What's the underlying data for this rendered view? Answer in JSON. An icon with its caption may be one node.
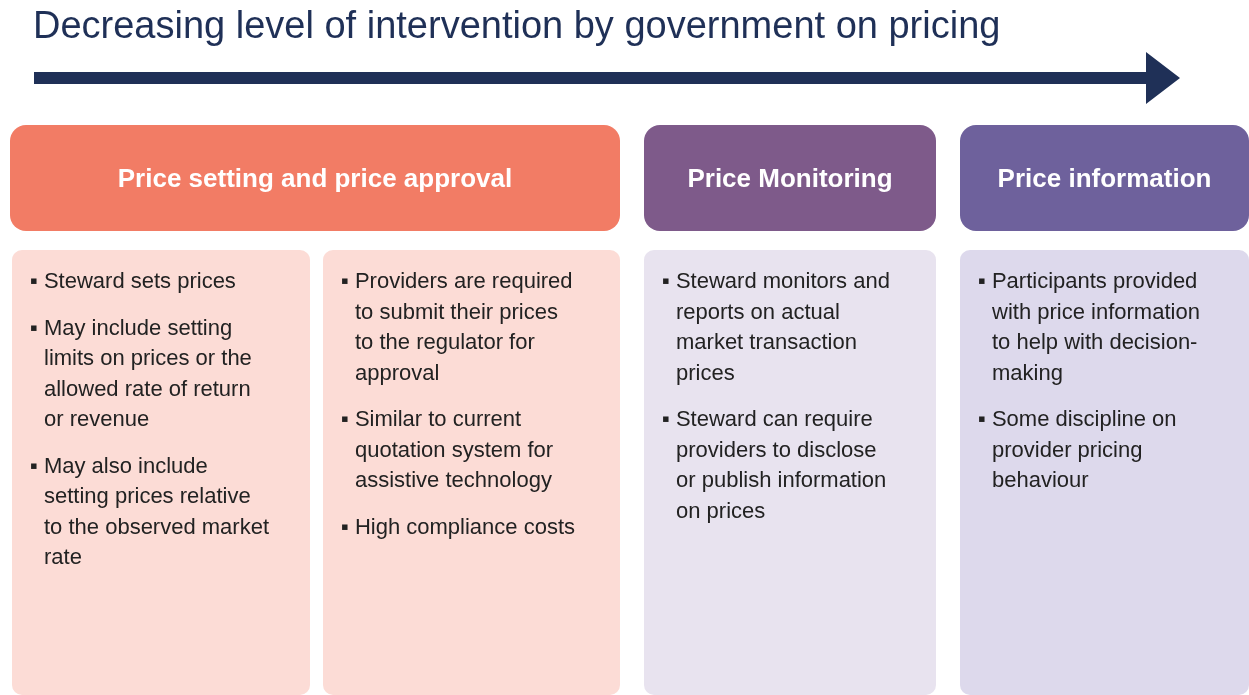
{
  "diagram": {
    "title": "Decreasing level of intervention by government on pricing",
    "nodes": [
      {
        "text": [
          "Price setting and price approval"
        ]
      },
      {
        "text": [
          "▪ Steward sets prices",
          "▪ May include setting limits on prices or the allowed rate of return or revenue",
          "▪ May also include setting prices relative to the observed market rate"
        ]
      },
      {
        "text": [
          "▪ Providers are required to submit their prices to the regulator for approval",
          "▪ Similar to current quotation system for assistive technology",
          "▪ High compliance costs"
        ]
      },
      {
        "text": [
          "Price Monitoring"
        ]
      },
      {
        "text": [
          "▪ Steward monitors and reports on actual market transaction prices",
          "▪ Steward can require providers to disclose or publish information on prices"
        ]
      },
      {
        "text": [
          "Price information"
        ]
      },
      {
        "text": [
          "▪ Participants provided with price information to help with decision-making",
          "▪ Some discipline on provider pricing behaviour"
        ]
      }
    ]
  }
}
